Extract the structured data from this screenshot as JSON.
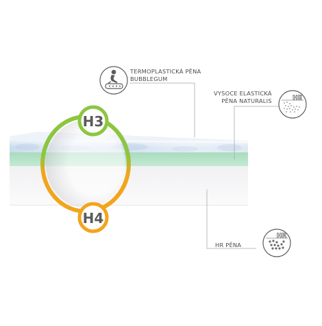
{
  "badges": {
    "top": "H3",
    "bottom": "H4"
  },
  "layers": [
    {
      "id": "termo",
      "line1": "TERMOPLASTICKÁ PĚNA",
      "line2": "BUBBLEGUM",
      "icon": "sleeping-person-on-foam-icon"
    },
    {
      "id": "vysoce",
      "line1": "VYSOCE ELASTICKÁ",
      "line2": "PĚNA NATURALIS",
      "icon": "he-foam-structure-icon"
    },
    {
      "id": "hr",
      "line1": "HR PĚNA",
      "icon": "hr-foam-structure-icon"
    }
  ],
  "icon_badges": {
    "he": "HE",
    "hr": "HR"
  },
  "colors": {
    "green": "#8cc63f",
    "orange": "#f2a51c",
    "mint": "#b5e3c8",
    "gray": "#666666"
  }
}
